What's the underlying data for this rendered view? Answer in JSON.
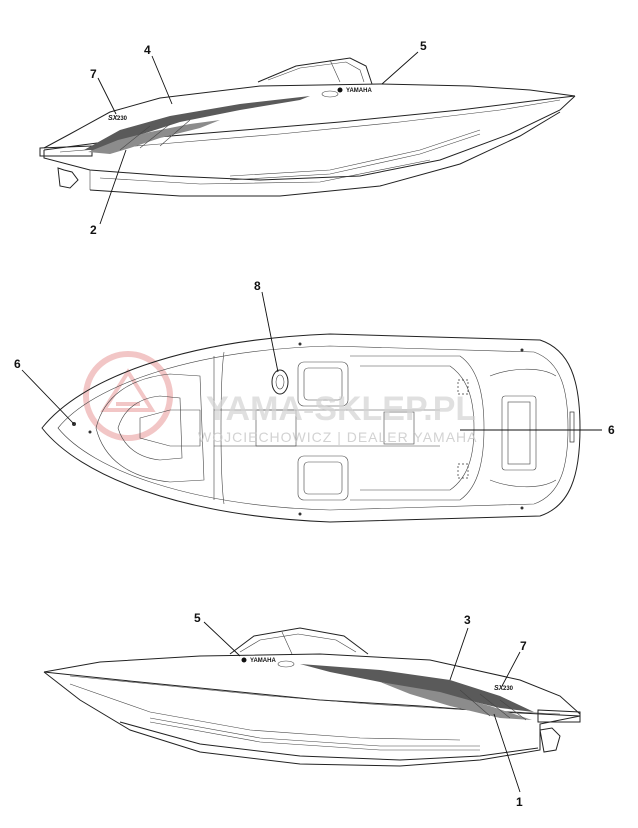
{
  "watermark": {
    "main": "YAMA-SKLEP.PL",
    "sub": "WOJCIECHOWICZ | DEALER YAMAHA"
  },
  "brand_label": "YAMAHA",
  "model_label": "SX",
  "model_suffix": "230",
  "callouts": {
    "top_view": [
      "7",
      "4",
      "5",
      "2"
    ],
    "plan_view": [
      "8",
      "6",
      "6"
    ],
    "bottom_view": [
      "5",
      "3",
      "7",
      "1"
    ]
  },
  "colors": {
    "line": "#222222",
    "graphic_dark": "#5a5a5a",
    "graphic_mid": "#8c8c8c",
    "watermark_red": "#e9a0a0"
  }
}
